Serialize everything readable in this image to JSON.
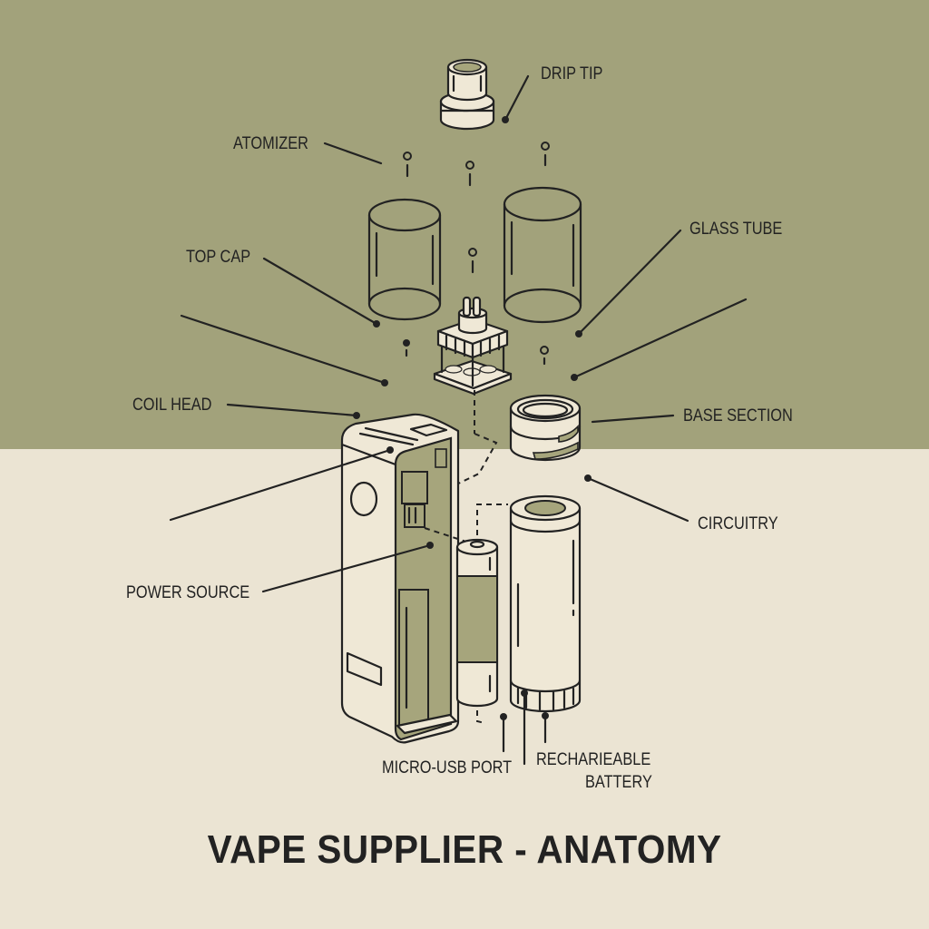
{
  "colors": {
    "top_background": "#a2a27b",
    "bottom_background": "#ebe4d3",
    "line": "#222222",
    "part_fill": "#efe8d6",
    "accent_olive": "#a6a57c"
  },
  "diagram": {
    "title": "VAPE SUPPLIER - ANATOMY",
    "labels": {
      "drip_tip": "DRIP TIP",
      "atomizer": "ATOMIZER",
      "glass_tube": "GLASS TUBE",
      "top_cap": "TOP CAP",
      "coil_head": "COIL HEAD",
      "base_section": "BASE SECTION",
      "circuitry": "CIRCUITRY",
      "power_source": "POWER SOURCE",
      "micro_usb_port": "MICRO-USB PORT",
      "rechargeable_battery_line1": "RECHARIEABLE",
      "rechargeable_battery_line2": "BATTERY"
    },
    "parts": [
      "drip-tip",
      "glass-tube-left",
      "glass-tube-right",
      "coil-head-assembly",
      "base-section-ring",
      "mod-body",
      "aa-battery",
      "rechargeable-battery-cell"
    ]
  }
}
